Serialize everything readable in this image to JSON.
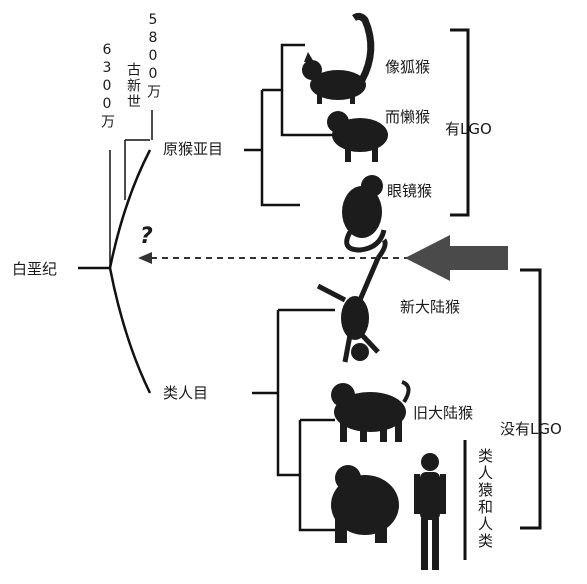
{
  "labels": {
    "root": "白垩纪",
    "strepsirrhini": "原猴亚目",
    "anthropoids": "类人目",
    "mya58": "5800万",
    "paleocene": "古新世",
    "mya63": "6300万",
    "question": "?",
    "lemur": "像狐猴",
    "loris": "而懒猴",
    "tarsier": "眼镜猴",
    "has_lgo": "有LGO",
    "new_world": "新大陆猴",
    "old_world": "旧大陆猴",
    "apes_humans": "类人猿和人类",
    "no_lgo": "没有LGO"
  },
  "icons": {
    "lemur": "lemur-silhouette-icon",
    "loris": "loris-silhouette-icon",
    "tarsier": "tarsier-silhouette-icon",
    "new_world": "spider-monkey-silhouette-icon",
    "old_world": "macaque-silhouette-icon",
    "gorilla": "gorilla-silhouette-icon",
    "human": "human-silhouette-icon"
  },
  "colors": {
    "line": "#111111",
    "silhouette": "#1c1c1c",
    "arrow": "#4a4a4a"
  }
}
